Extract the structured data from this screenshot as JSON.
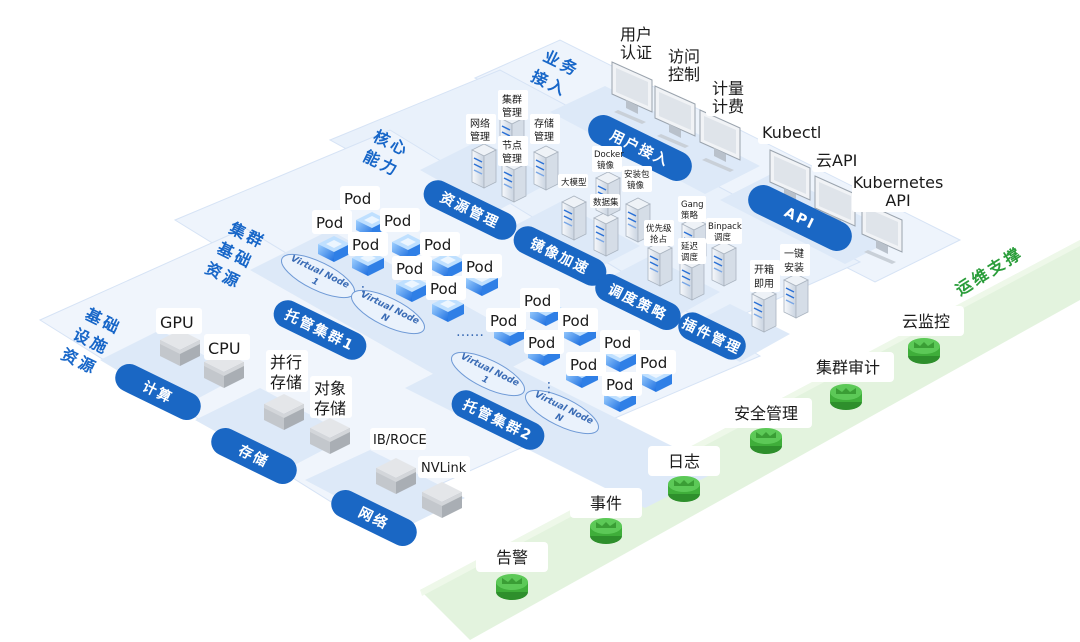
{
  "colors": {
    "platform": "#eef4fc",
    "platform_edge": "#d6e3f5",
    "pill": "#1a67c4",
    "ops_band": "#e2f2dc",
    "ops_accent": "#3fae3a",
    "section_text": "#1766c8"
  },
  "sections": {
    "business_access": {
      "l1": "业务",
      "l2": "接入"
    },
    "core": {
      "l1": "核心",
      "l2": "能力"
    },
    "cluster": {
      "l1": "集群",
      "l2": "基础",
      "l3": "资源"
    },
    "infra": {
      "l1": "基础",
      "l2": "设施",
      "l3": "资源"
    },
    "ops": "运维支撑"
  },
  "pills": {
    "user_access": "用户接入",
    "api": "API",
    "resource_mgmt": "资源管理",
    "image_accel": "镜像加速",
    "schedule": "调度策略",
    "plugin": "插件管理",
    "cluster1": "托管集群1",
    "cluster2": "托管集群2",
    "compute": "计算",
    "storage": "存储",
    "network": "网络"
  },
  "user_access": {
    "auth_l1": "用户",
    "auth_l2": "认证",
    "acl_l1": "访问",
    "acl_l2": "控制",
    "bill_l1": "计量",
    "bill_l2": "计费"
  },
  "api": {
    "kubectl": "Kubectl",
    "cloud_api": "云API",
    "k8s_l1": "Kubernetes",
    "k8s_l2": "API"
  },
  "resource_mgmt": {
    "net_l1": "网络",
    "net_l2": "管理",
    "cluster_l1": "集群",
    "cluster_l2": "管理",
    "storage_l1": "存储",
    "storage_l2": "管理",
    "node_l1": "节点",
    "node_l2": "管理"
  },
  "image_accel": {
    "docker_l1": "Docker",
    "docker_l2": "镜像",
    "pkg_l1": "安装包",
    "pkg_l2": "镜像",
    "llm": "大模型",
    "dataset": "数据集"
  },
  "schedule": {
    "gang_l1": "Gang",
    "gang_l2": "策略",
    "binpack_l1": "Binpack",
    "binpack_l2": "调度",
    "prio_l1": "优先级",
    "prio_l2": "抢占",
    "delay_l1": "延迟",
    "delay_l2": "调度"
  },
  "plugin": {
    "oob_l1": "开箱",
    "oob_l2": "即用",
    "onekey_l1": "一键",
    "onekey_l2": "安装"
  },
  "cluster": {
    "pod": "Pod",
    "vnode1_l1": "Virtual Node",
    "vnode1_l2": "1",
    "vnodeN_l1": "Virtual Node",
    "vnodeN_l2": "N",
    "ellipsis": "……",
    "vdots": "⋮"
  },
  "infra": {
    "gpu": "GPU",
    "cpu": "CPU",
    "parallel_l1": "并行",
    "parallel_l2": "存储",
    "object_l1": "对象",
    "object_l2": "存储",
    "ibroce": "IB/ROCE",
    "nvlink": "NVLink"
  },
  "ops_items": {
    "alert": "告警",
    "event": "事件",
    "log": "日志",
    "security": "安全管理",
    "audit": "集群审计",
    "monitor": "云监控"
  }
}
